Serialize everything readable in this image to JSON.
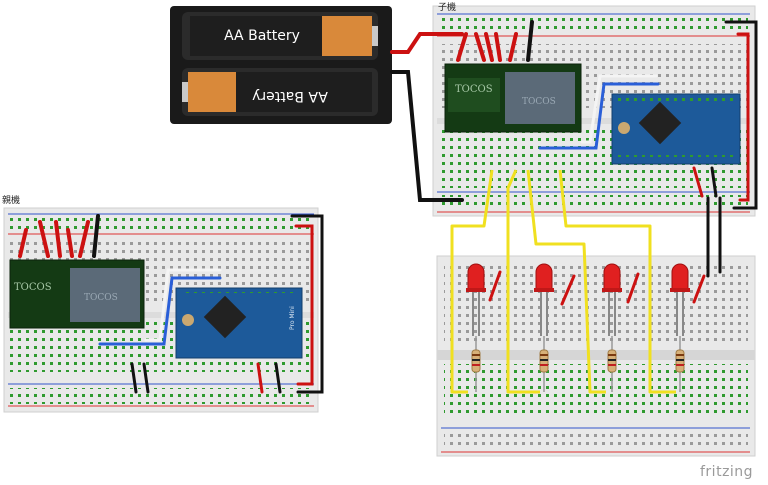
{
  "labels": {
    "child": "子機",
    "parent": "親機",
    "brand": "fritzing"
  },
  "battery": {
    "top_label": "AA Battery",
    "bottom_label": "AA Battery"
  },
  "modules": {
    "twelite_text": "TOCOS",
    "arduino_label": "Pro Mini"
  },
  "colors": {
    "breadboard": "#e9e9e9",
    "rail_red": "#d33",
    "rail_blue": "#3355cc",
    "hole_green": "#3a9a3a",
    "wire_red": "#cc1111",
    "wire_black": "#111111",
    "wire_yellow": "#f0e020",
    "wire_blue": "#2a5fd8",
    "wire_white": "#f4f4f4",
    "led": "#e02020",
    "pcb_green": "#143a14",
    "pcb_blue": "#1d5a9a"
  }
}
